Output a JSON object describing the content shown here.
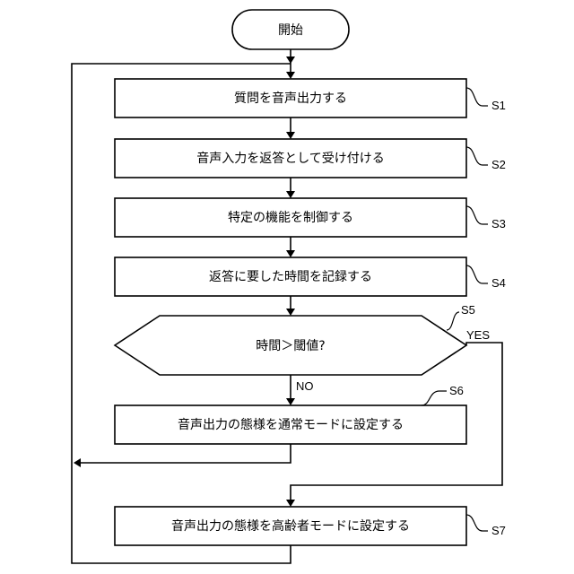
{
  "start": "開始",
  "steps": [
    {
      "id": "S1",
      "text": "質問を音声出力する"
    },
    {
      "id": "S2",
      "text": "音声入力を返答として受け付ける"
    },
    {
      "id": "S3",
      "text": "特定の機能を制御する"
    },
    {
      "id": "S4",
      "text": "返答に要した時間を記録する"
    },
    {
      "id": "S5",
      "text": "時間＞閾値?"
    },
    {
      "id": "S6",
      "text": "音声出力の態様を通常モードに設定する"
    },
    {
      "id": "S7",
      "text": "音声出力の態様を高齢者モードに設定する"
    }
  ],
  "branches": {
    "yes": "YES",
    "no": "NO"
  }
}
